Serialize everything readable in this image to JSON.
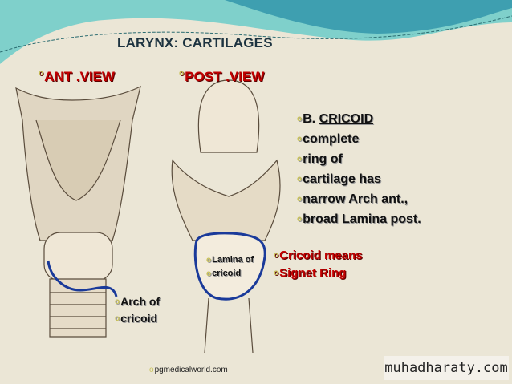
{
  "title": "LARYNX: CARTILAGES",
  "labels": {
    "ant_view": "ANT .VIEW",
    "post_view": "POST .VIEW"
  },
  "cricoid_list": {
    "heading_prefix": "B. ",
    "heading": "CRICOID",
    "items": [
      "complete",
      "ring of",
      "cartilage has",
      "narrow Arch ant.,",
      "broad Lamina post."
    ]
  },
  "meaning": [
    "Cricoid means",
    "Signet Ring"
  ],
  "arch_label": [
    "Arch of",
    "cricoid"
  ],
  "lamina_label": [
    "Lamina of",
    "cricoid"
  ],
  "source": "pgmedicalworld.com",
  "watermark": "muhadharaty.com",
  "bullet": "o"
}
